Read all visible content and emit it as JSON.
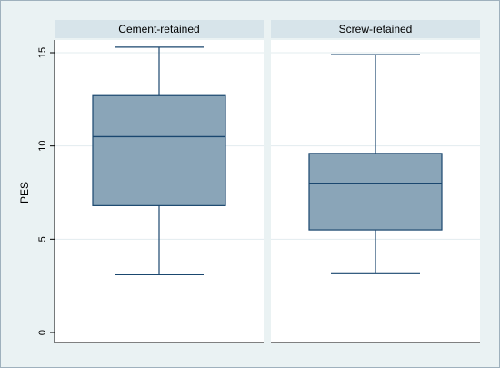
{
  "chart_data": {
    "type": "box",
    "ylabel": "PES",
    "ylim": [
      0,
      16
    ],
    "yticks": [
      0,
      5,
      10,
      15
    ],
    "grid": true,
    "colors": {
      "box_fill": "#8aa5b8",
      "box_stroke": "#1a476f",
      "panel_header": "#d7e4ea",
      "background": "#eaf2f3",
      "grid": "#e3ecef"
    },
    "panels": [
      {
        "name": "Cement-retained",
        "min": 3.1,
        "q1": 6.8,
        "median": 10.5,
        "q3": 12.7,
        "max": 15.3
      },
      {
        "name": "Screw-retained",
        "min": 3.2,
        "q1": 5.5,
        "median": 8.0,
        "q3": 9.6,
        "max": 14.9
      }
    ]
  }
}
